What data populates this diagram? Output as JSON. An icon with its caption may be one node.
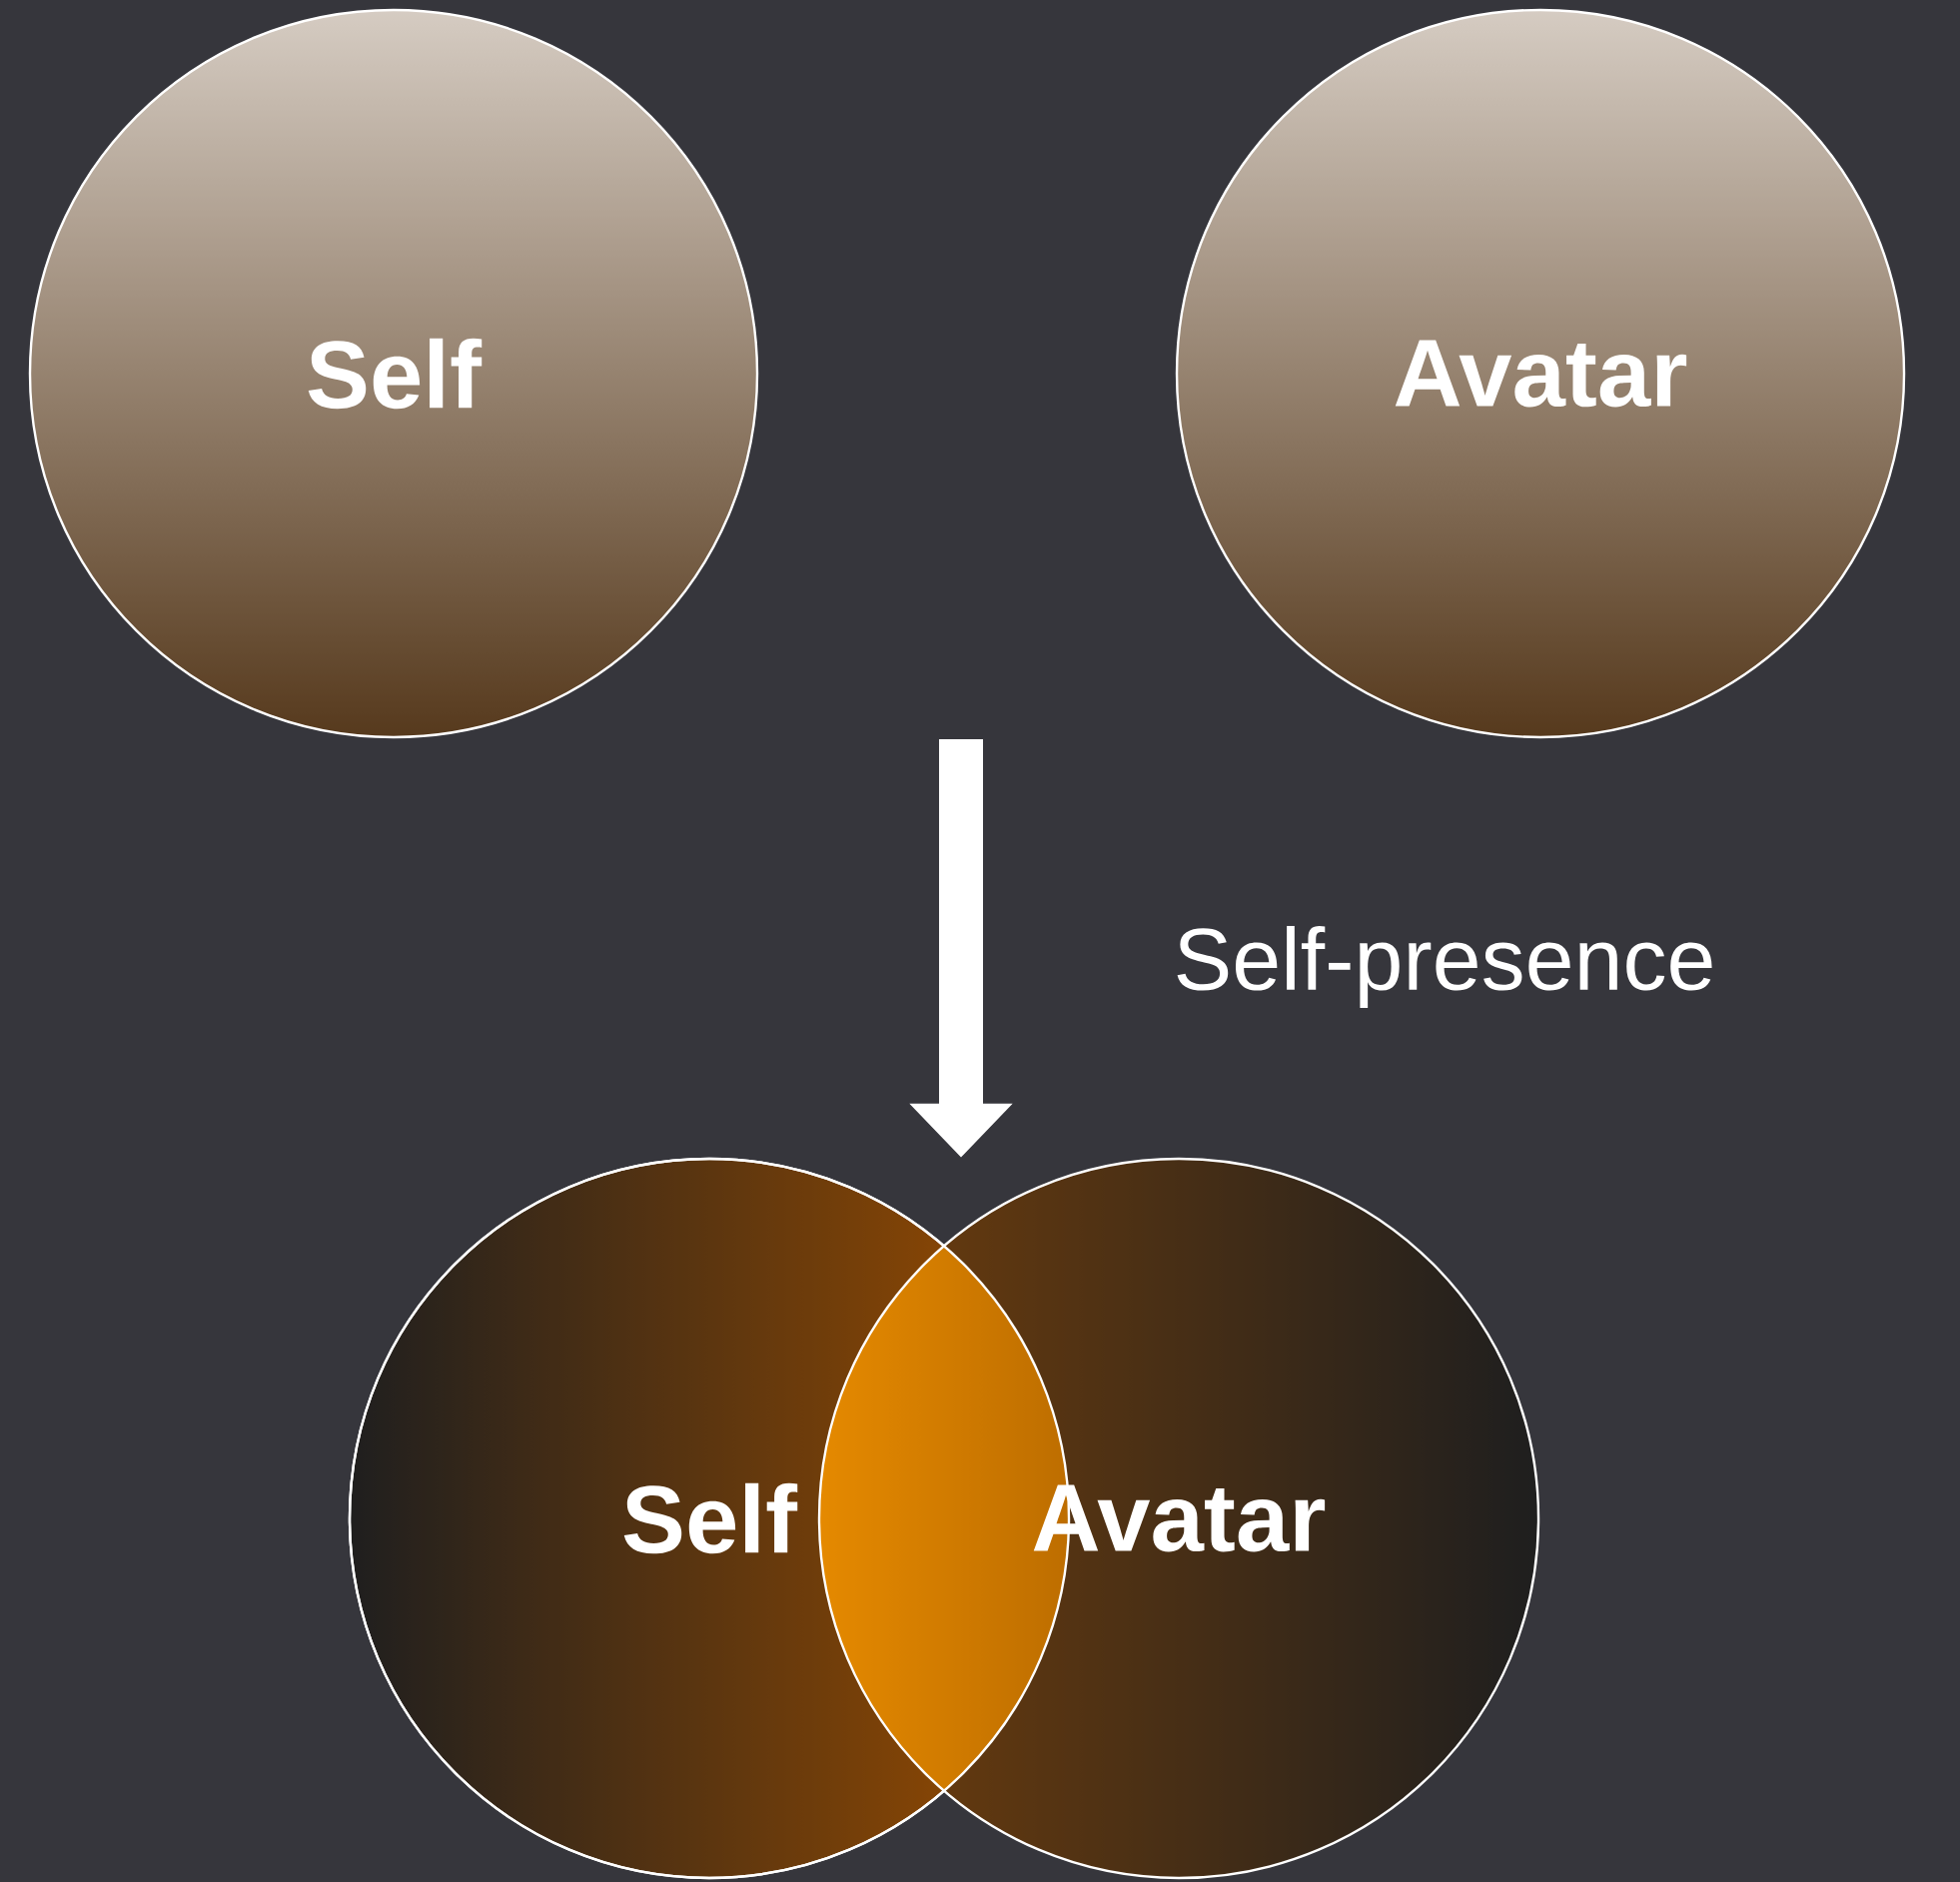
{
  "diagram": {
    "nodes": [
      {
        "text": [
          "Self"
        ]
      },
      {
        "text": [
          "Avatar"
        ]
      },
      {
        "text": [
          "Self"
        ]
      },
      {
        "text": [
          "Avatar"
        ]
      }
    ],
    "edges": [
      {
        "from": null,
        "to": 2,
        "arrow": "to"
      }
    ],
    "labels": [
      "Self-presence"
    ]
  }
}
